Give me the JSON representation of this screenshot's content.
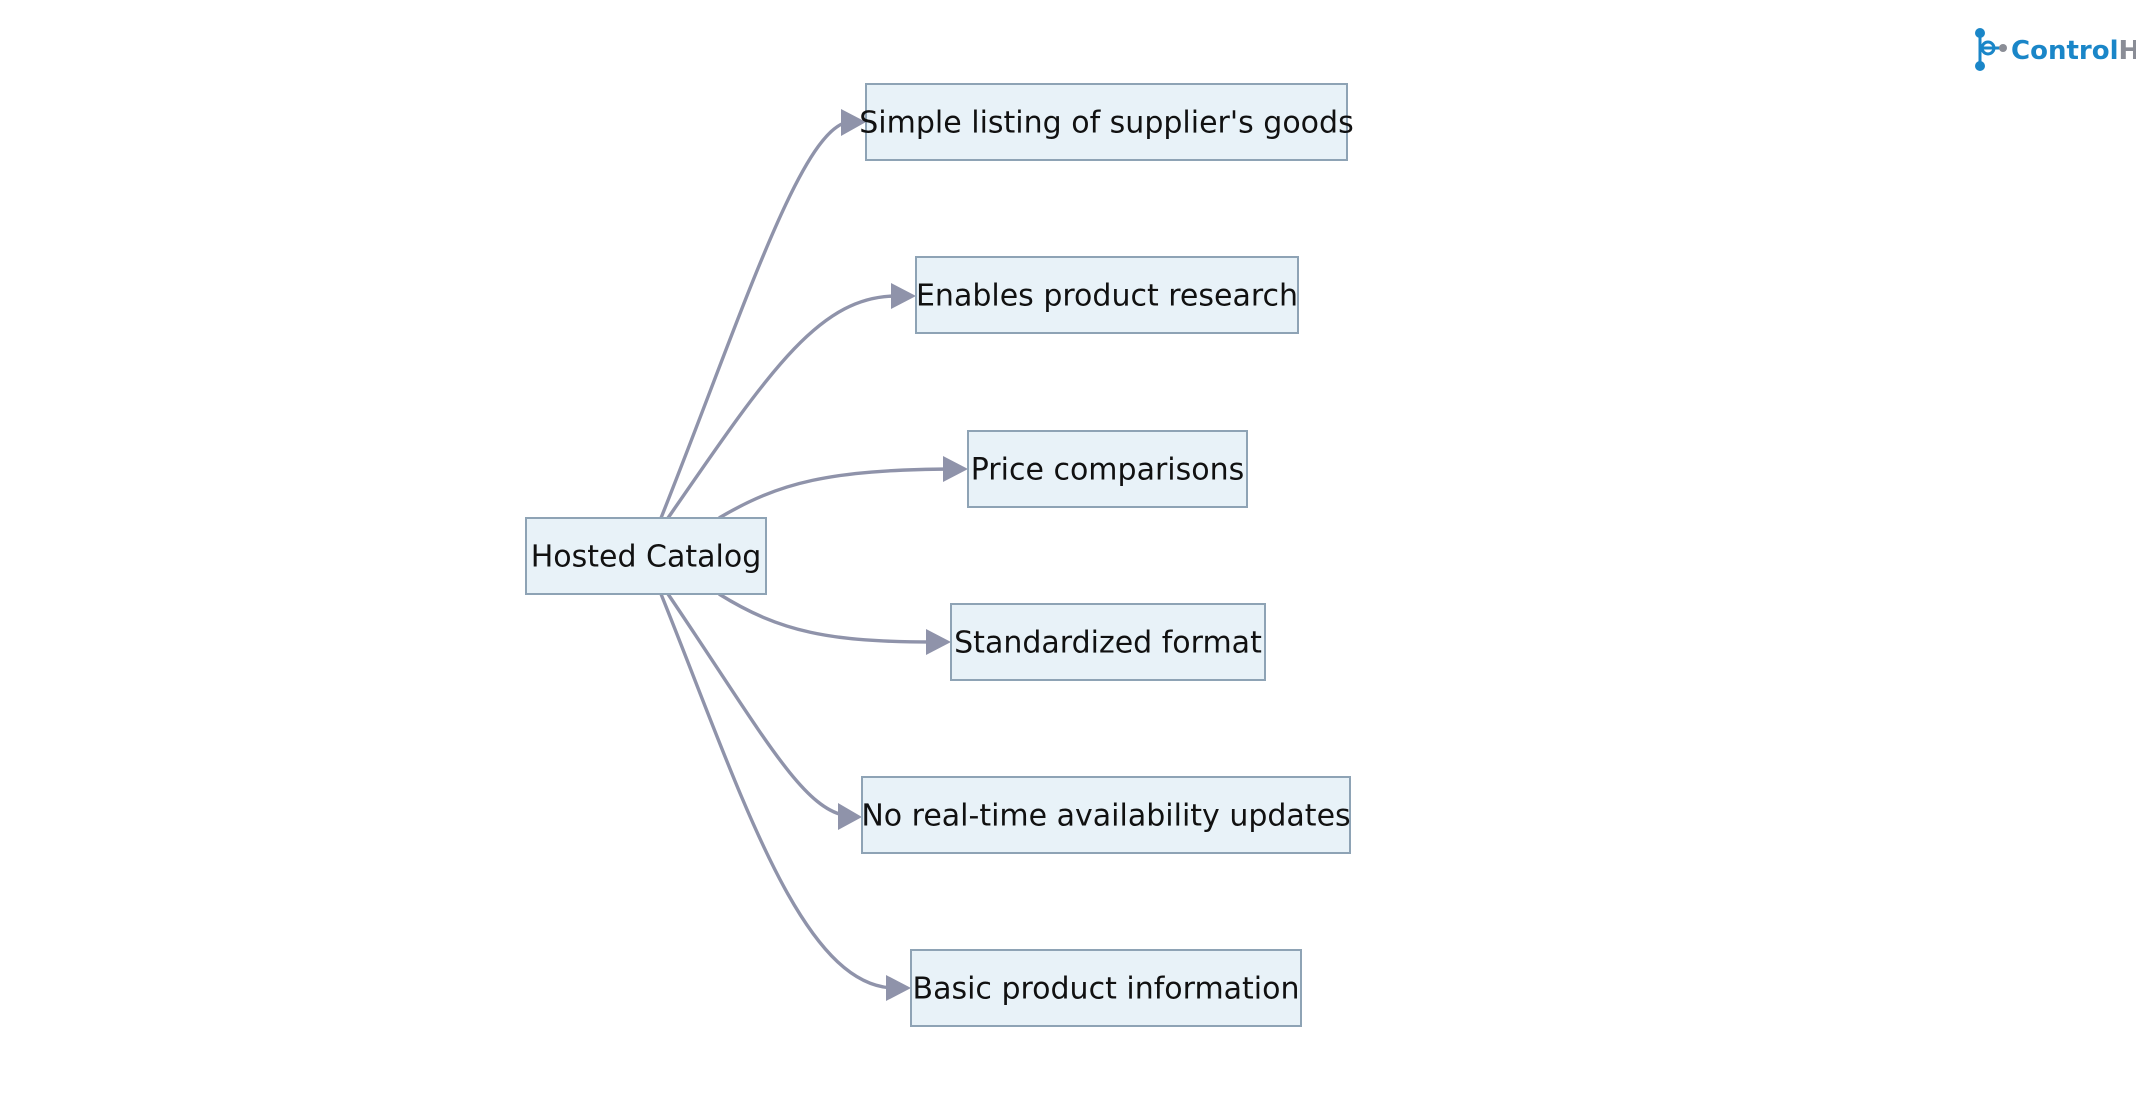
{
  "diagram": {
    "root": "Hosted Catalog",
    "children": [
      "Simple listing of supplier's goods",
      "Enables product research",
      "Price comparisons",
      "Standardized format",
      "No real-time availability updates",
      "Basic product information"
    ]
  },
  "logo": {
    "part1": "Control",
    "part2": "Hub",
    "color_primary": "#1a86c8",
    "color_secondary": "#8a8d96"
  },
  "colors": {
    "node_fill": "#e8f2f8",
    "node_stroke": "#8ea3b5",
    "edge": "#8f93aa"
  }
}
